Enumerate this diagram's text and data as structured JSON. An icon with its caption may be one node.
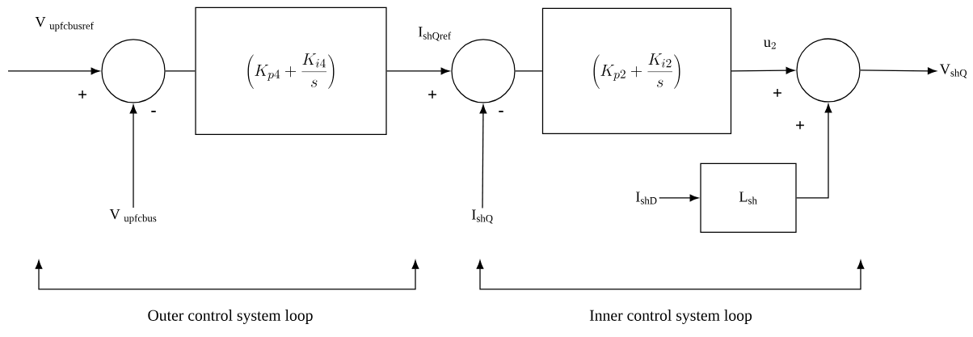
{
  "diagram": {
    "nodes": [
      {
        "text": [],
        "shape": "circle"
      },
      {
        "text": [
          "\\left(K_{p4}+\\frac{K_{i4}}{s}\\right)"
        ]
      },
      {
        "text": [],
        "shape": "circle"
      },
      {
        "text": [
          "\\left(K_{p2}+\\frac{K_{i2}}{s}\\right)"
        ]
      },
      {
        "text": [],
        "shape": "circle"
      },
      {
        "text": [
          "\\mathrm{L}_{\\mathrm{sh}}"
        ]
      },
      {
        "text": [
          "\\mathrm{V}\\ _{\\mathrm{upfcbus}}"
        ]
      },
      {
        "text": [
          "\\mathrm{I}_{\\mathrm{shQ}}"
        ]
      },
      {
        "text": [
          "\\mathrm{I}_{\\mathrm{shD}}"
        ]
      },
      {
        "text": [
          "\\mathrm{V}_{\\mathrm{shQ}}"
        ]
      }
    ],
    "edges": [
      {
        "from": null,
        "to": 0,
        "arrow": "to",
        "label": "\\mathrm{V}\\ _{\\mathrm{upfcbusref}}"
      },
      {
        "from": 6,
        "to": 0,
        "arrow": "to"
      },
      {
        "from": 0,
        "to": 1,
        "arrow": "none"
      },
      {
        "from": 1,
        "to": 2,
        "arrow": "to",
        "label": "\\mathrm{I}_{\\mathrm{shQref}}"
      },
      {
        "from": 7,
        "to": 2,
        "arrow": "to"
      },
      {
        "from": 2,
        "to": 3,
        "arrow": "none"
      },
      {
        "from": 3,
        "to": 4,
        "arrow": "to",
        "label": "\\mathrm{u}_{2}"
      },
      {
        "from": 8,
        "to": 5,
        "arrow": "to"
      },
      {
        "from": 5,
        "to": 4,
        "arrow": "to"
      },
      {
        "from": 4,
        "to": 9,
        "arrow": "to"
      }
    ],
    "labels": [
      "+",
      "-",
      "+",
      "-",
      "+",
      "+",
      "Outer control system loop",
      "Inner control system loop"
    ]
  }
}
